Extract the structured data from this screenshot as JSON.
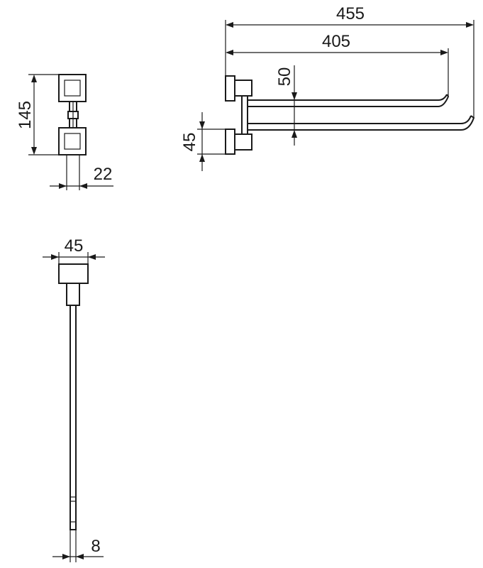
{
  "dimensions": {
    "total_length": "455",
    "inner_length": "405",
    "arm_spacing": "50",
    "side_bracket_height": "45",
    "front_height": "145",
    "front_depth": "22",
    "top_width": "45",
    "rod_thickness": "8"
  }
}
